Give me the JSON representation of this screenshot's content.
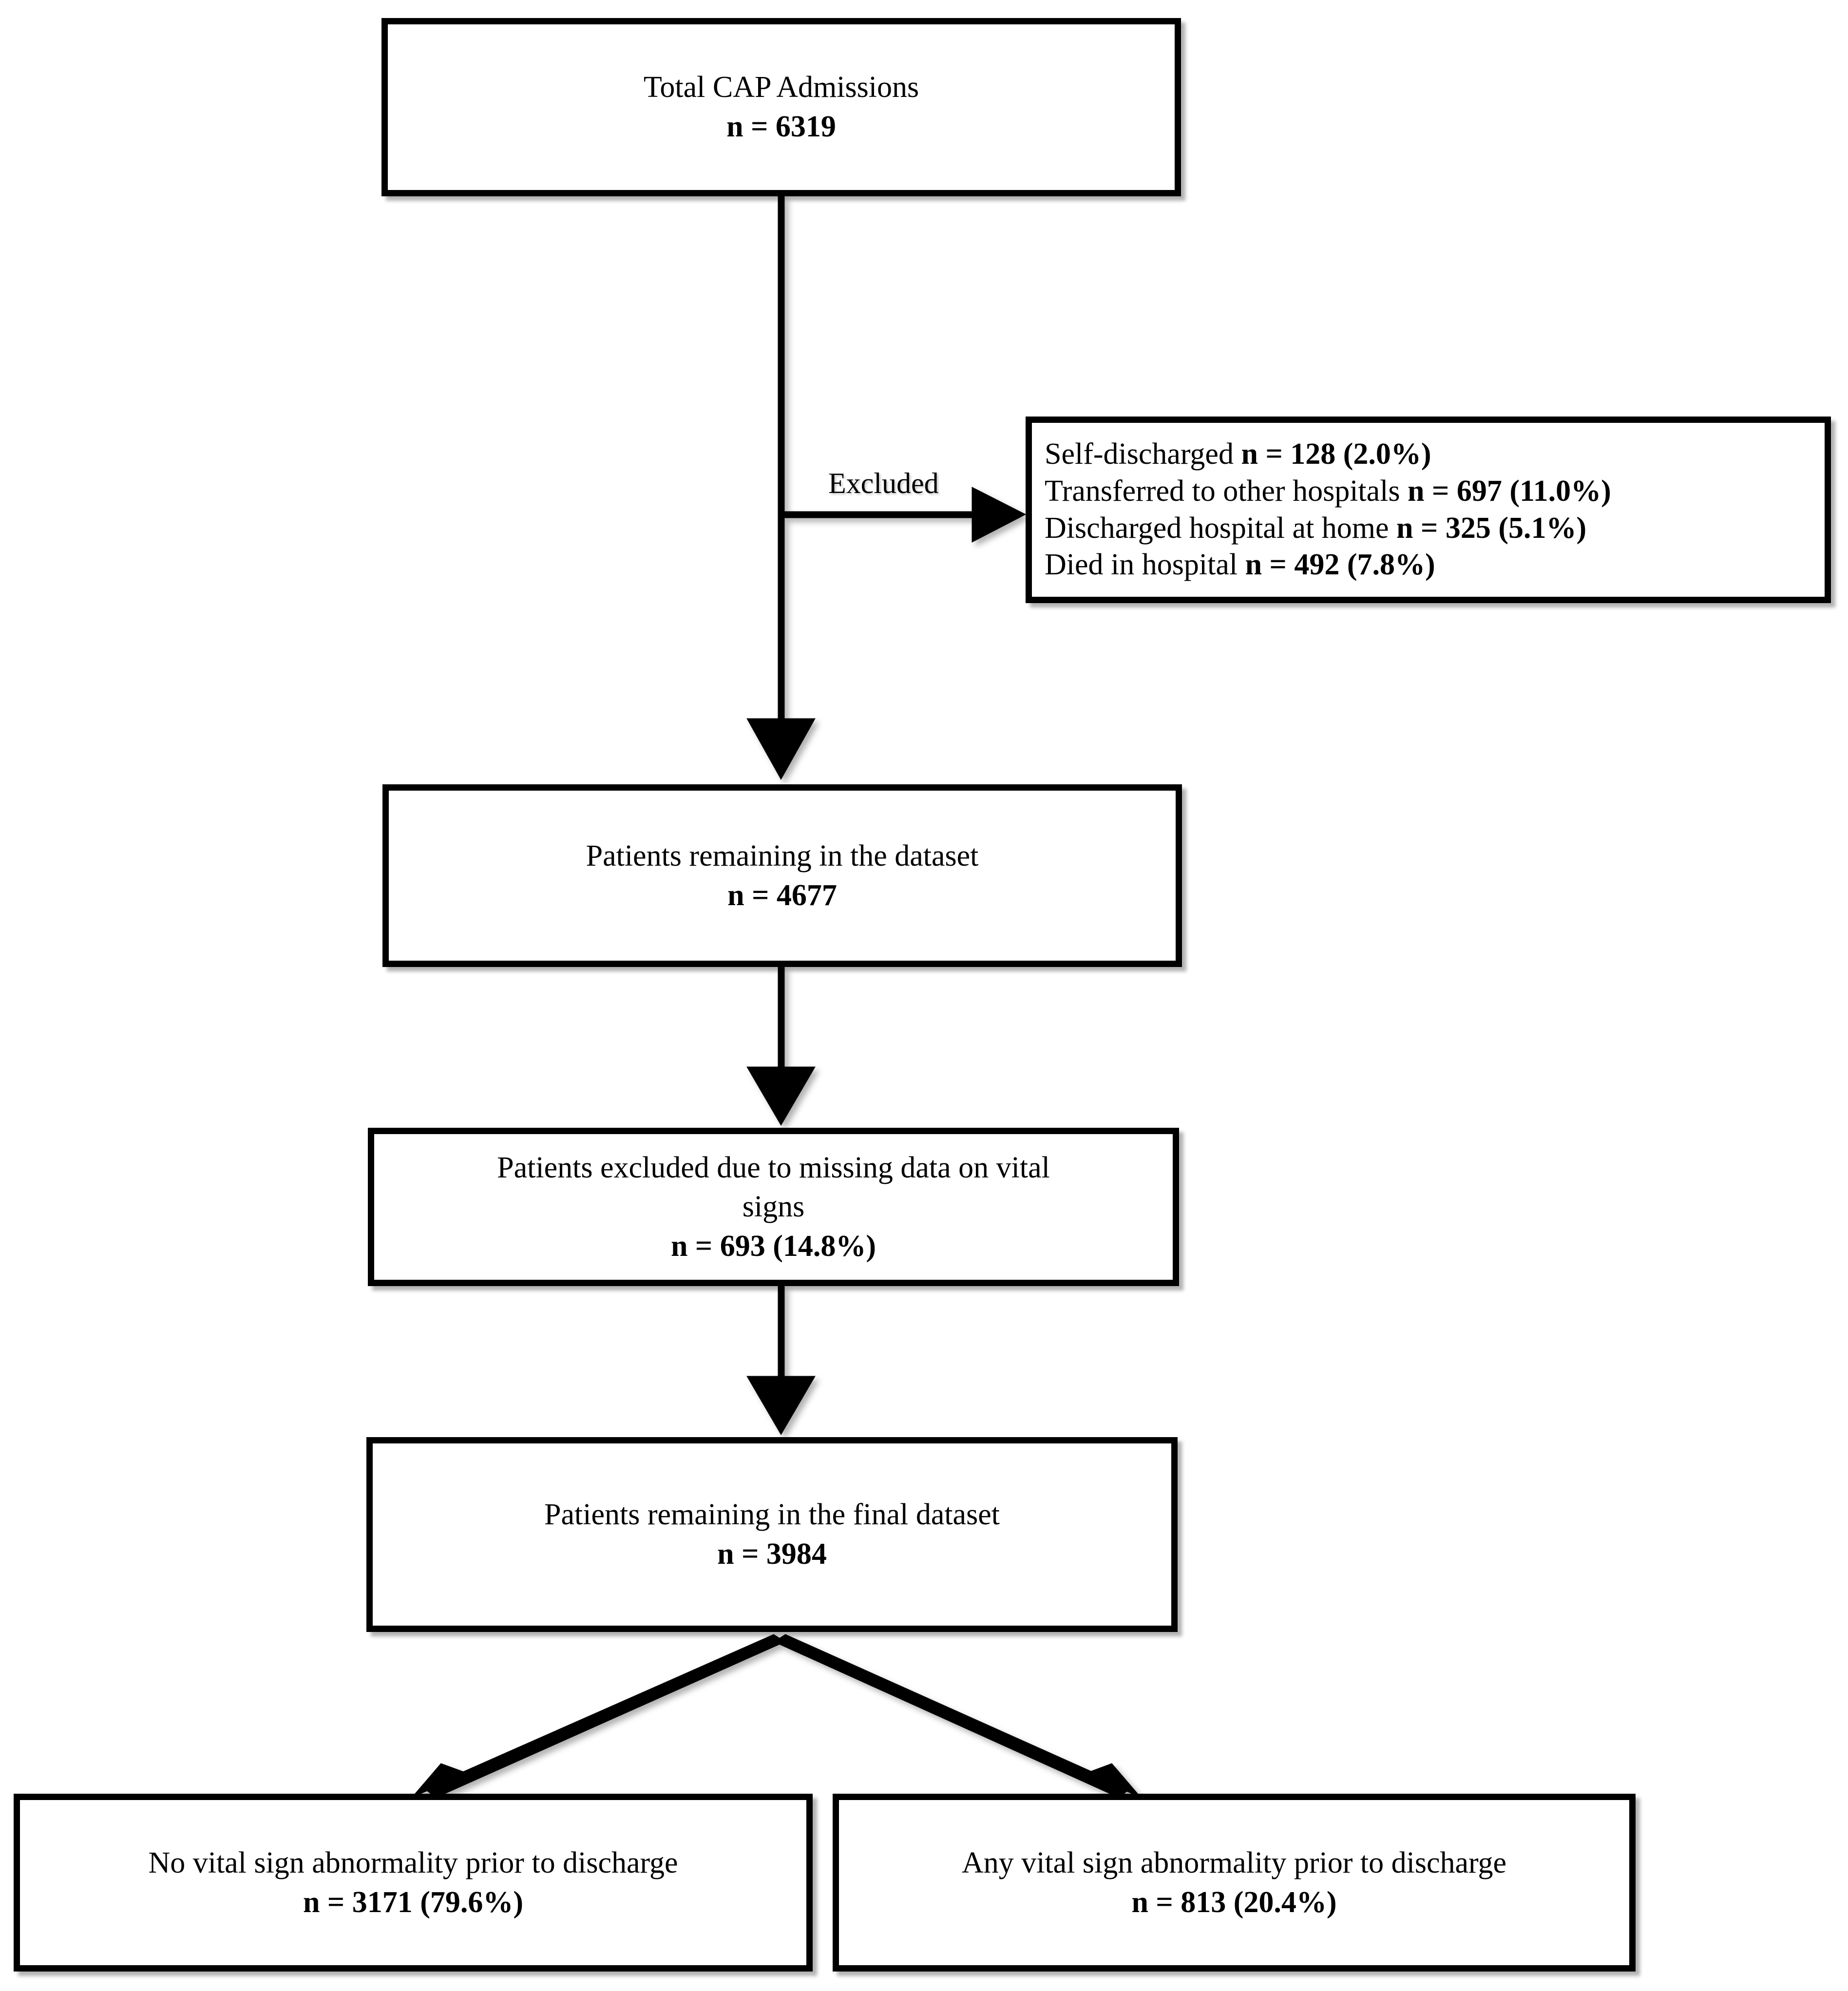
{
  "diagram": {
    "type": "flowchart",
    "title": "CAP admissions patient flow diagram",
    "colors": {
      "border": "#000000",
      "background": "#ffffff",
      "text": "#000000"
    },
    "nodes": {
      "total_admissions": {
        "label": "Total CAP Admissions",
        "count_label": "n = 6319",
        "n": 6319
      },
      "excluded": {
        "edge_label": "Excluded",
        "items": [
          {
            "reason": "Self-discharged",
            "count_label": "n = 128 (2.0%)",
            "n": 128,
            "percent": 2.0
          },
          {
            "reason": "Transferred to other hospitals",
            "count_label": "n = 697 (11.0%)",
            "n": 697,
            "percent": 11.0
          },
          {
            "reason": "Discharged hospital at home",
            "count_label": "n = 325 (5.1%)",
            "n": 325,
            "percent": 5.1
          },
          {
            "reason": "Died in hospital",
            "count_label": "n = 492 (7.8%)",
            "n": 492,
            "percent": 7.8
          }
        ]
      },
      "remaining_dataset": {
        "label": "Patients remaining in the dataset",
        "count_label": "n = 4677",
        "n": 4677
      },
      "missing_vitals": {
        "label_line1": "Patients excluded due to missing data on vital",
        "label_line2": "signs",
        "count_label": "n = 693 (14.8%)",
        "n": 693,
        "percent": 14.8
      },
      "final_dataset": {
        "label": "Patients remaining in the final dataset",
        "count_label": "n = 3984",
        "n": 3984
      },
      "no_abnormality": {
        "label": "No vital sign abnormality prior to discharge",
        "count_label": "n = 3171 (79.6%)",
        "n": 3171,
        "percent": 79.6
      },
      "any_abnormality": {
        "label": "Any vital sign abnormality prior to discharge",
        "count_label": "n = 813 (20.4%)",
        "n": 813,
        "percent": 20.4
      }
    }
  }
}
